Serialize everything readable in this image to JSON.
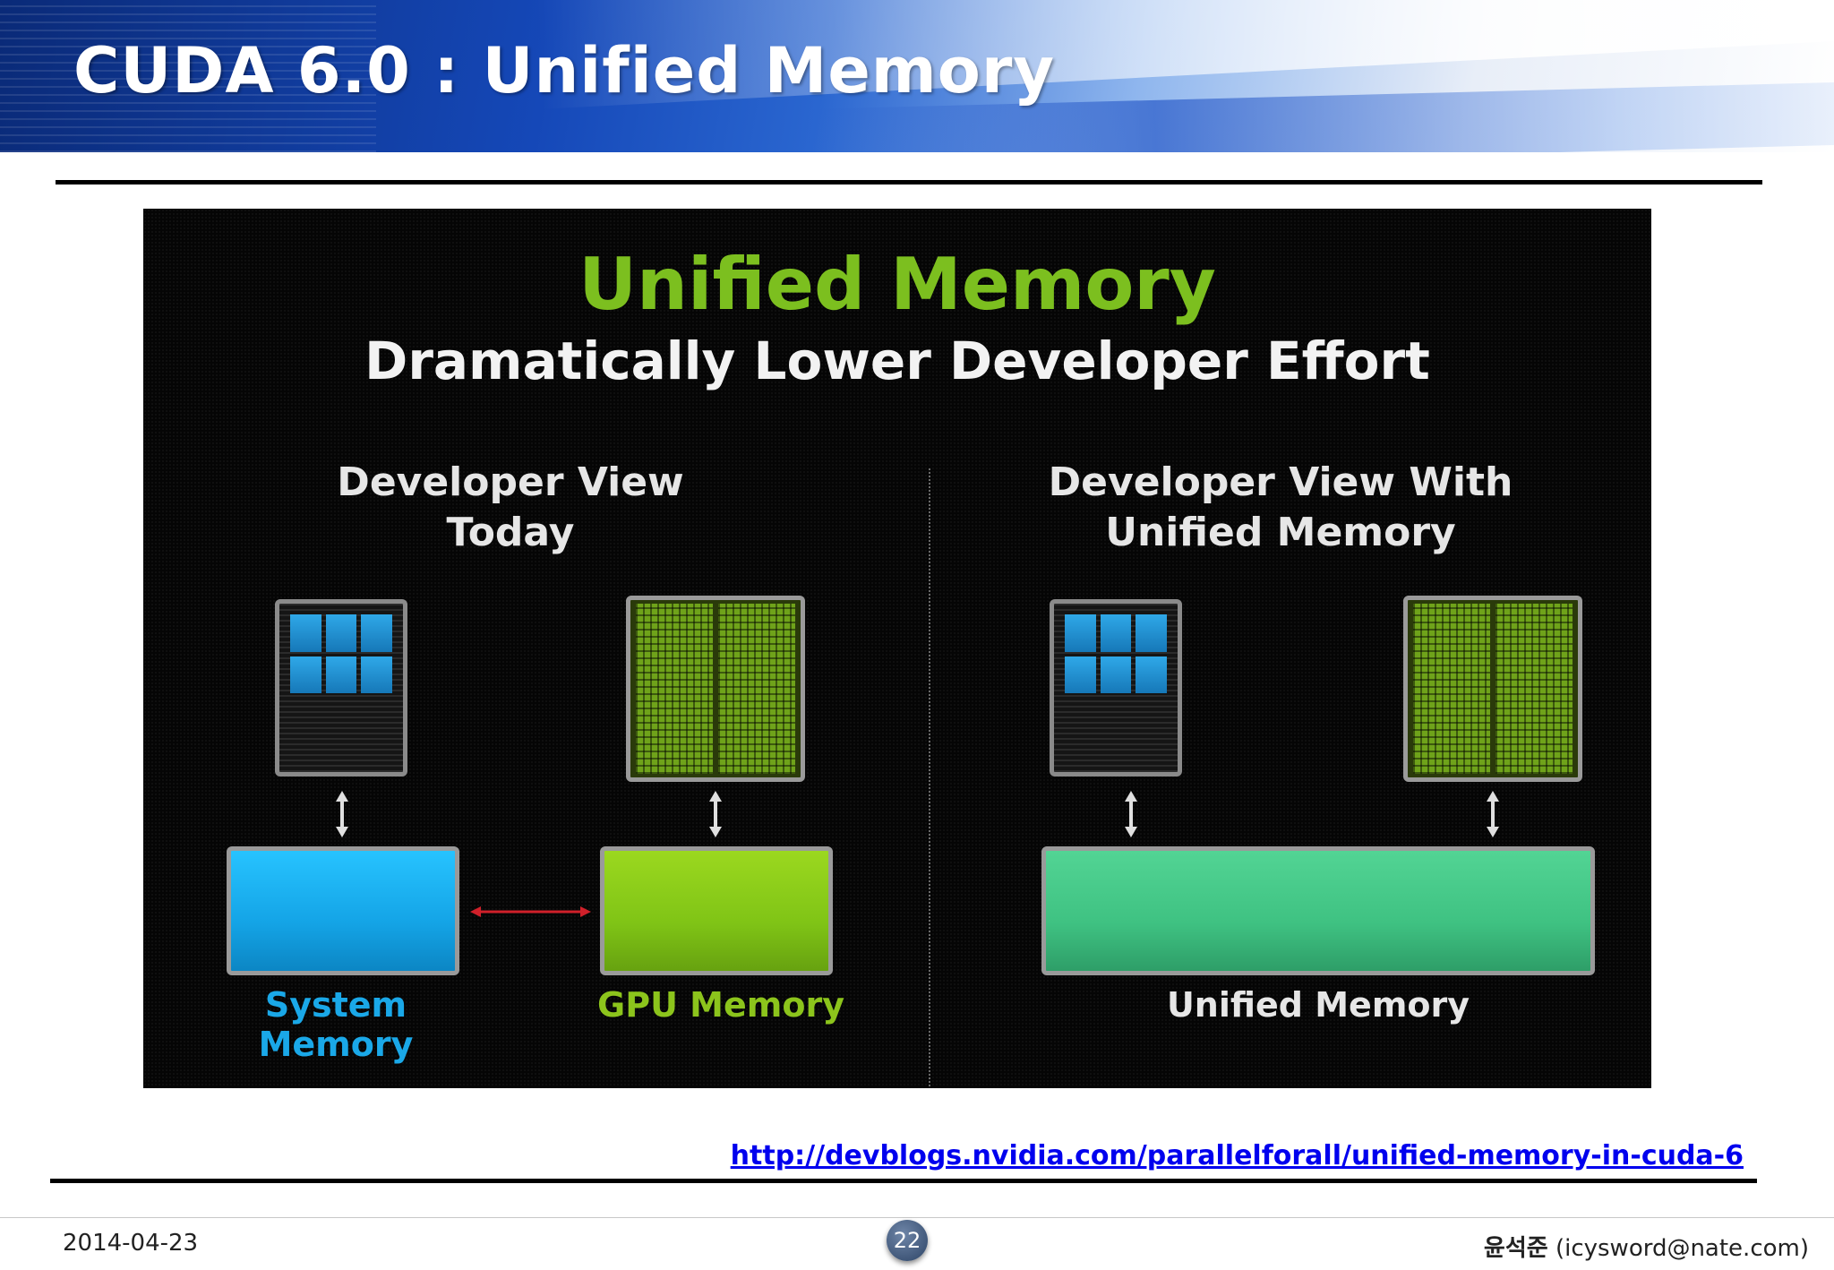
{
  "slide": {
    "title": "CUDA 6.0 : Unified Memory"
  },
  "figure": {
    "title": "Unified Memory",
    "subtitle": "Dramatically Lower Developer Effort",
    "left_heading": "Developer  View Today",
    "right_heading_line1": "Developer  View With",
    "right_heading_line2": "Unified Memory",
    "system_memory_label_line1": "System",
    "system_memory_label_line2": "Memory",
    "gpu_memory_label": "GPU Memory",
    "unified_memory_label": "Unified Memory",
    "colors": {
      "title_green": "#7cbf1f",
      "system_memory_blue": "#14a4e6",
      "gpu_memory_green": "#80c416",
      "unified_memory_teal": "#3fc282",
      "copy_arrow_red": "#d0202a"
    }
  },
  "source": {
    "url_text": "http://devblogs.nvidia.com/parallelforall/unified-memory-in-cuda-6"
  },
  "footer": {
    "date": "2014-04-23",
    "page_number": "22",
    "author_name": "윤석준",
    "author_email": "(icysword@nate.com)"
  }
}
